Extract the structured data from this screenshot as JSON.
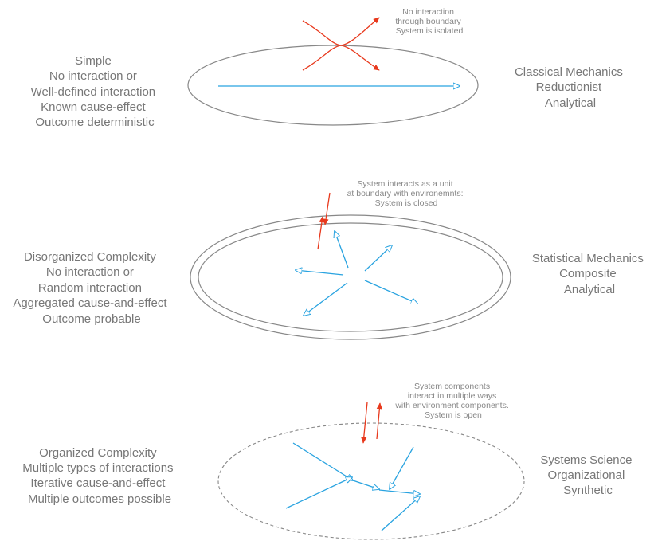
{
  "rows": [
    {
      "left_lines": [
        "Simple",
        "No interaction or",
        "Well-defined interaction",
        "Known cause-effect",
        "Outcome deterministic"
      ],
      "right_lines": [
        "Classical Mechanics",
        "Reductionist",
        "Analytical"
      ],
      "note_lines": [
        "No interaction",
        "through boundary",
        "System is isolated"
      ]
    },
    {
      "left_lines": [
        "Disorganized Complexity",
        "No interaction or",
        "Random interaction",
        "Aggregated cause-and-effect",
        "Outcome probable"
      ],
      "right_lines": [
        "Statistical Mechanics",
        "Composite",
        "Analytical"
      ],
      "note_lines": [
        "System interacts as a unit",
        "at boundary with environemnts:",
        "System is closed"
      ]
    },
    {
      "left_lines": [
        "Organized Complexity",
        "Multiple types of interactions",
        "Iterative cause-and-effect",
        "Multiple outcomes possible"
      ],
      "right_lines": [
        "Systems Science",
        "Organizational",
        "Synthetic"
      ],
      "note_lines": [
        "System components",
        "interact in multiple ways",
        "with environment components.",
        "System is open"
      ]
    }
  ],
  "colors": {
    "text": "#777777",
    "boundary": "#888888",
    "internal_arrow": "#29a3e0",
    "external_arrow": "#e8391d"
  }
}
